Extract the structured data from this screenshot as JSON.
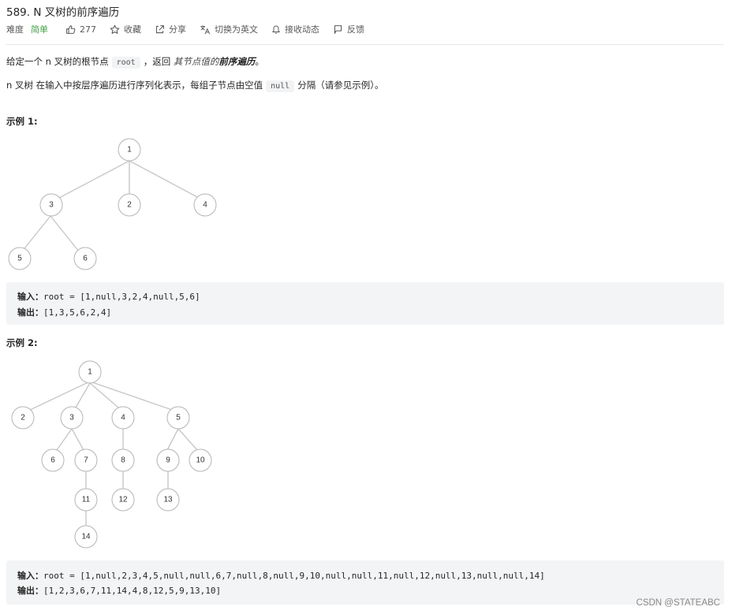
{
  "problem": {
    "title": "589. N 叉树的前序遍历",
    "difficulty_label": "难度",
    "difficulty": "简单",
    "likes": "277",
    "favorite": "收藏",
    "share": "分享",
    "switch_lang": "切换为英文",
    "notify": "接收动态",
    "feedback": "反馈"
  },
  "description": {
    "p1_a": "给定一个 n 叉树的根节点",
    "p1_code": "root",
    "p1_b": "，返回",
    "p1_em": "其节点值的",
    "p1_strong": "前序遍历",
    "p1_end": "。",
    "p2_a": "n 叉树 在输入中按层序遍历进行序列化表示，每组子节点由空值",
    "p2_code": "null",
    "p2_b": "分隔（请参见示例）。"
  },
  "examples": [
    {
      "heading": "示例 1:",
      "input_label": "输入：",
      "input": "root = [1,null,3,2,4,null,5,6]",
      "output_label": "输出：",
      "output": "[1,3,5,6,2,4]",
      "tree_nodes": [
        "1",
        "3",
        "2",
        "4",
        "5",
        "6"
      ]
    },
    {
      "heading": "示例 2:",
      "input_label": "输入：",
      "input": "root = [1,null,2,3,4,5,null,null,6,7,null,8,null,9,10,null,null,11,null,12,null,13,null,null,14]",
      "output_label": "输出：",
      "output": "[1,2,3,6,7,11,14,4,8,12,5,9,13,10]",
      "tree_nodes": [
        "1",
        "2",
        "3",
        "4",
        "5",
        "6",
        "7",
        "8",
        "9",
        "10",
        "11",
        "12",
        "13",
        "14"
      ]
    }
  ],
  "watermark": "CSDN @STATEABC",
  "icons": {
    "likes": "thumbs-up-icon",
    "favorite": "star-icon",
    "share": "share-icon",
    "switch_lang": "translate-icon",
    "notify": "bell-icon",
    "feedback": "feedback-icon"
  },
  "colors": {
    "difficulty_easy": "#43a047",
    "code_background": "#f3f4f5"
  }
}
